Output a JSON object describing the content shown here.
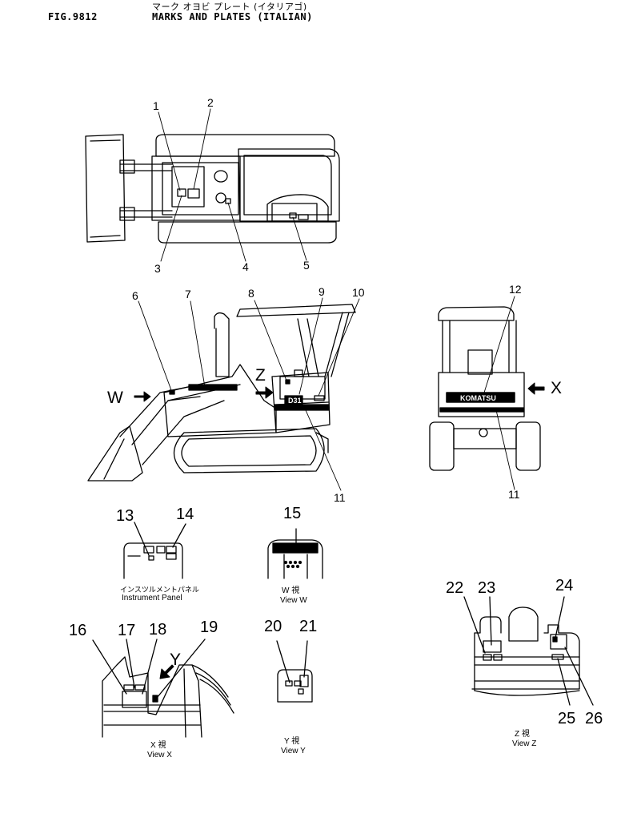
{
  "header": {
    "fig_no": "FIG.9812",
    "title_jp": "マーク オヨビ プレート (イタリアゴ)",
    "title": "MARKS AND PLATES (ITALIAN)"
  },
  "callouts": [
    "1",
    "2",
    "3",
    "4",
    "5",
    "6",
    "7",
    "8",
    "9",
    "10",
    "11",
    "11",
    "12",
    "13",
    "14",
    "15",
    "16",
    "17",
    "18",
    "19",
    "20",
    "21",
    "22",
    "23",
    "24",
    "25",
    "26"
  ],
  "view_markers": {
    "w": "W",
    "z": "Z",
    "x": "X",
    "y": "Y"
  },
  "labels": {
    "dozer_model": "D31",
    "brand": "KOMATSU"
  },
  "captions": {
    "instrument_jp": "インスツルメントパネル",
    "instrument_en": "Instrument  Panel",
    "view_w_jp": "W  視",
    "view_w_en": "View  W",
    "view_x_jp": "X  視",
    "view_x_en": "View  X",
    "view_y_jp": "Y  視",
    "view_y_en": "View  Y",
    "view_z_jp": "Z  視",
    "view_z_en": "View  Z"
  }
}
